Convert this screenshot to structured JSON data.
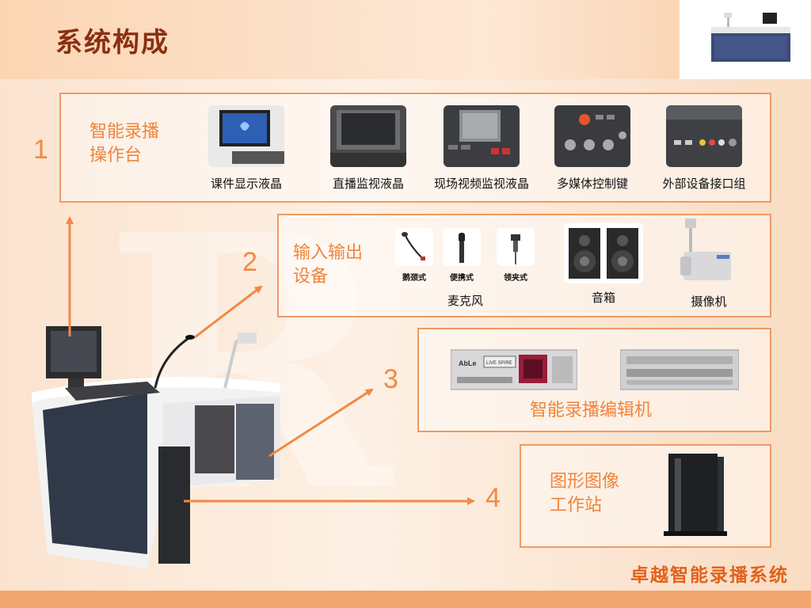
{
  "header": {
    "title": "系统构成"
  },
  "footer": {
    "title": "卓越智能录播系统"
  },
  "watermark": {
    "letter": "R"
  },
  "colors": {
    "accent": "#f08a45",
    "panel_border": "#ef9a63",
    "title": "#8b2f12"
  },
  "sections": [
    {
      "number": "1",
      "title_line1": "智能录播",
      "title_line2": "操作台",
      "items": [
        "课件显示液晶",
        "直播监视液晶",
        "现场视频监视液晶",
        "多媒体控制键",
        "外部设备接口组"
      ]
    },
    {
      "number": "2",
      "title_line1": "输入输出",
      "title_line2": "设备",
      "mic_types": [
        "鹅颈式",
        "便携式",
        "领夹式"
      ],
      "mic_label": "麦克风",
      "speaker_label": "音箱",
      "camera_label": "摄像机"
    },
    {
      "number": "3",
      "title": "智能录播编辑机",
      "device_text": "LIVE SPIRE"
    },
    {
      "number": "4",
      "title_line1": "图形图像",
      "title_line2": "工作站"
    }
  ]
}
